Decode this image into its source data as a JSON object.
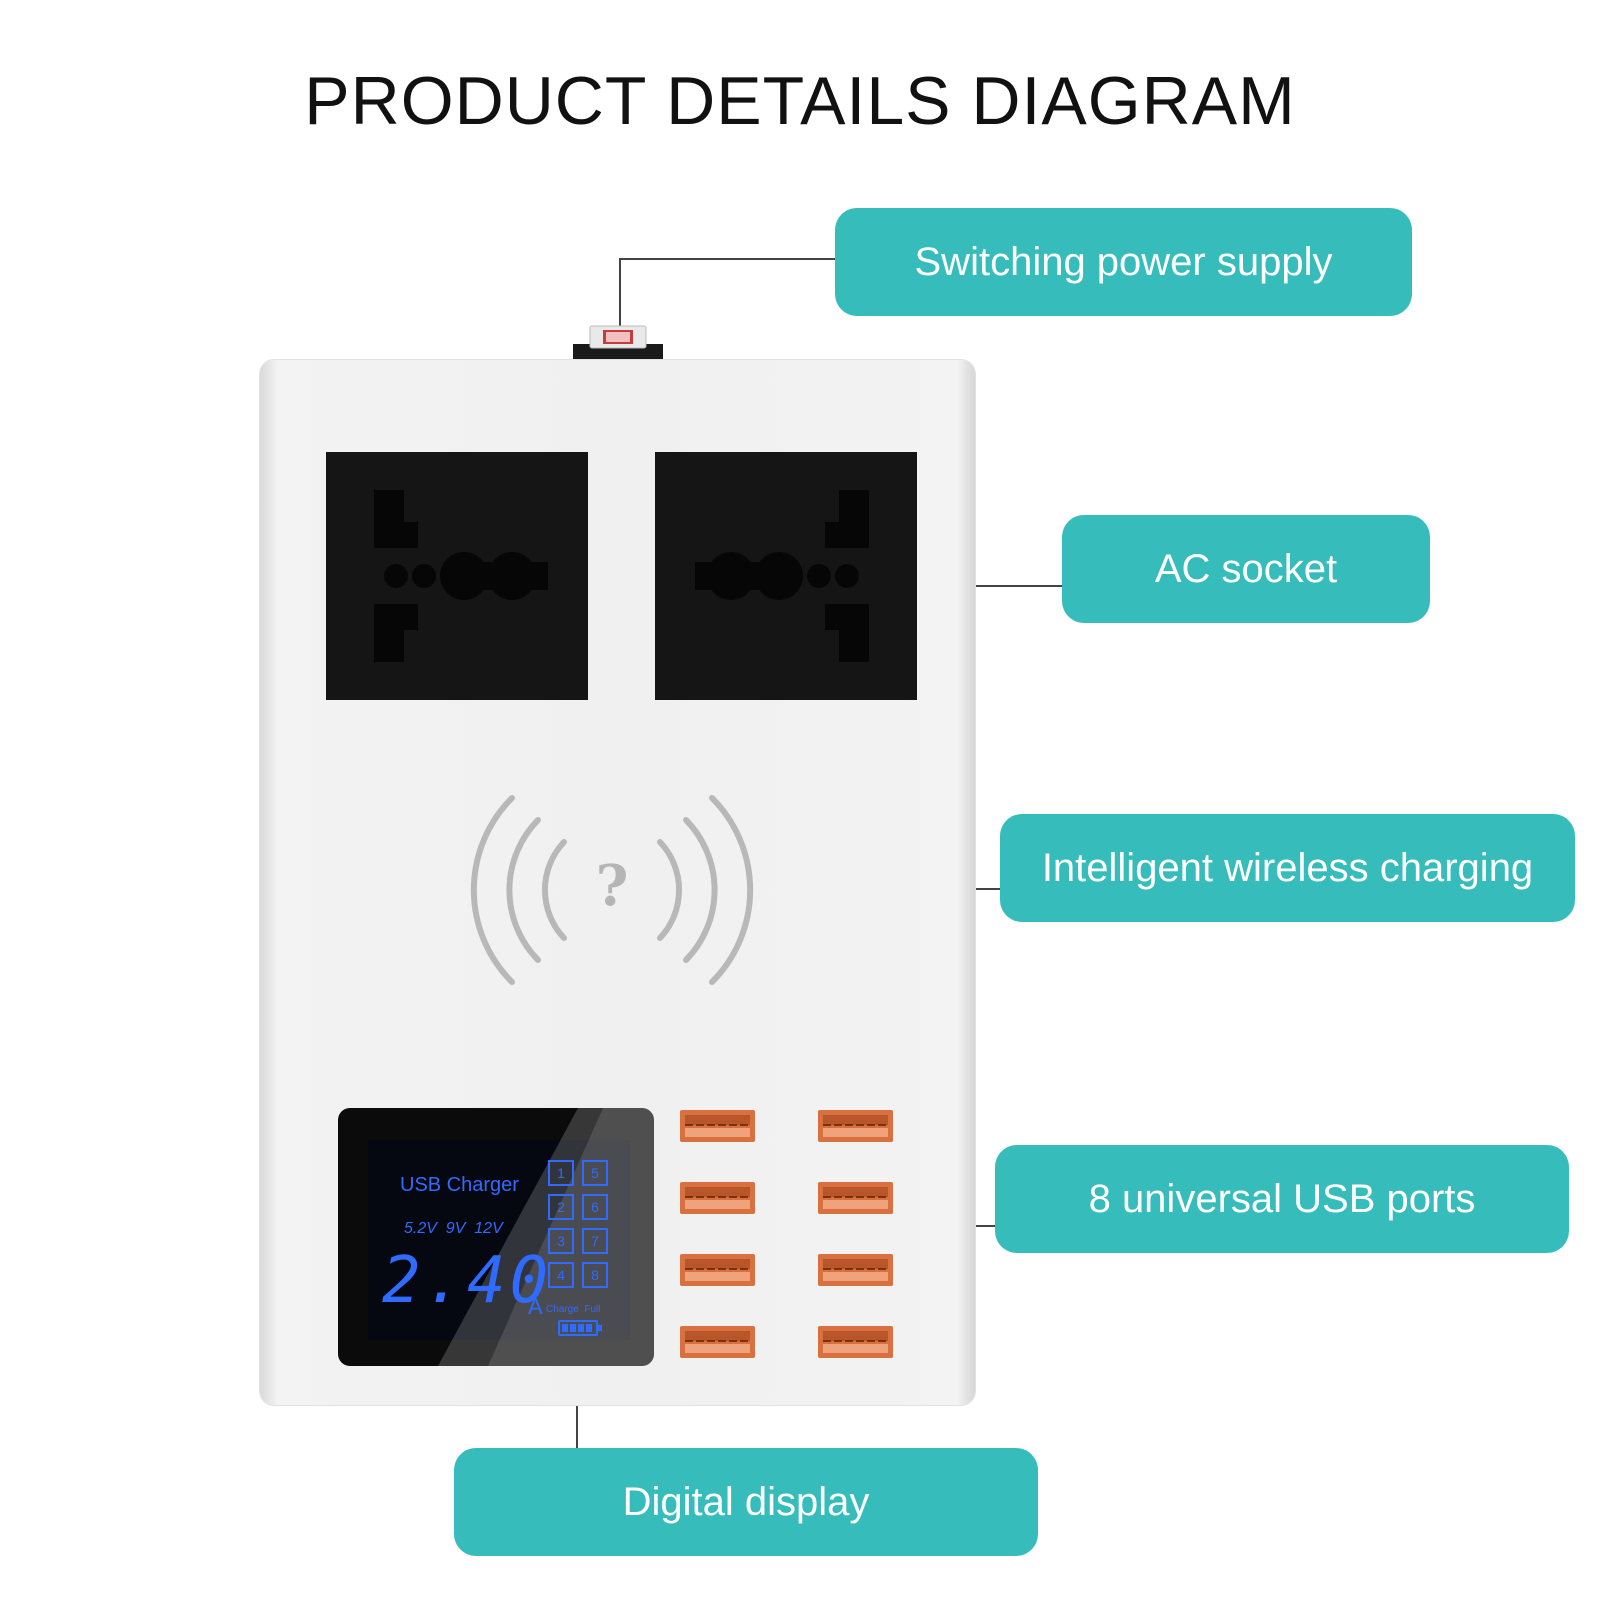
{
  "title": "PRODUCT DETAILS DIAGRAM",
  "callouts": {
    "switching_power_supply": "Switching power supply",
    "ac_socket": "AC socket",
    "wireless_charging": "Intelligent wireless charging",
    "usb_ports": "8 universal USB ports",
    "digital_display": "Digital display"
  },
  "display": {
    "heading": "USB Charger",
    "voltages": "5.2V  9V  12V",
    "reading": "2.40",
    "unit": "A",
    "port_numbers": [
      "1",
      "5",
      "2",
      "6",
      "3",
      "7",
      "4",
      "8"
    ],
    "status": "Charge  Full"
  },
  "colors": {
    "callout": "#36bcbb",
    "lcd_text": "#2f6bff",
    "usb_port": "#d9703f",
    "socket": "#151515"
  }
}
